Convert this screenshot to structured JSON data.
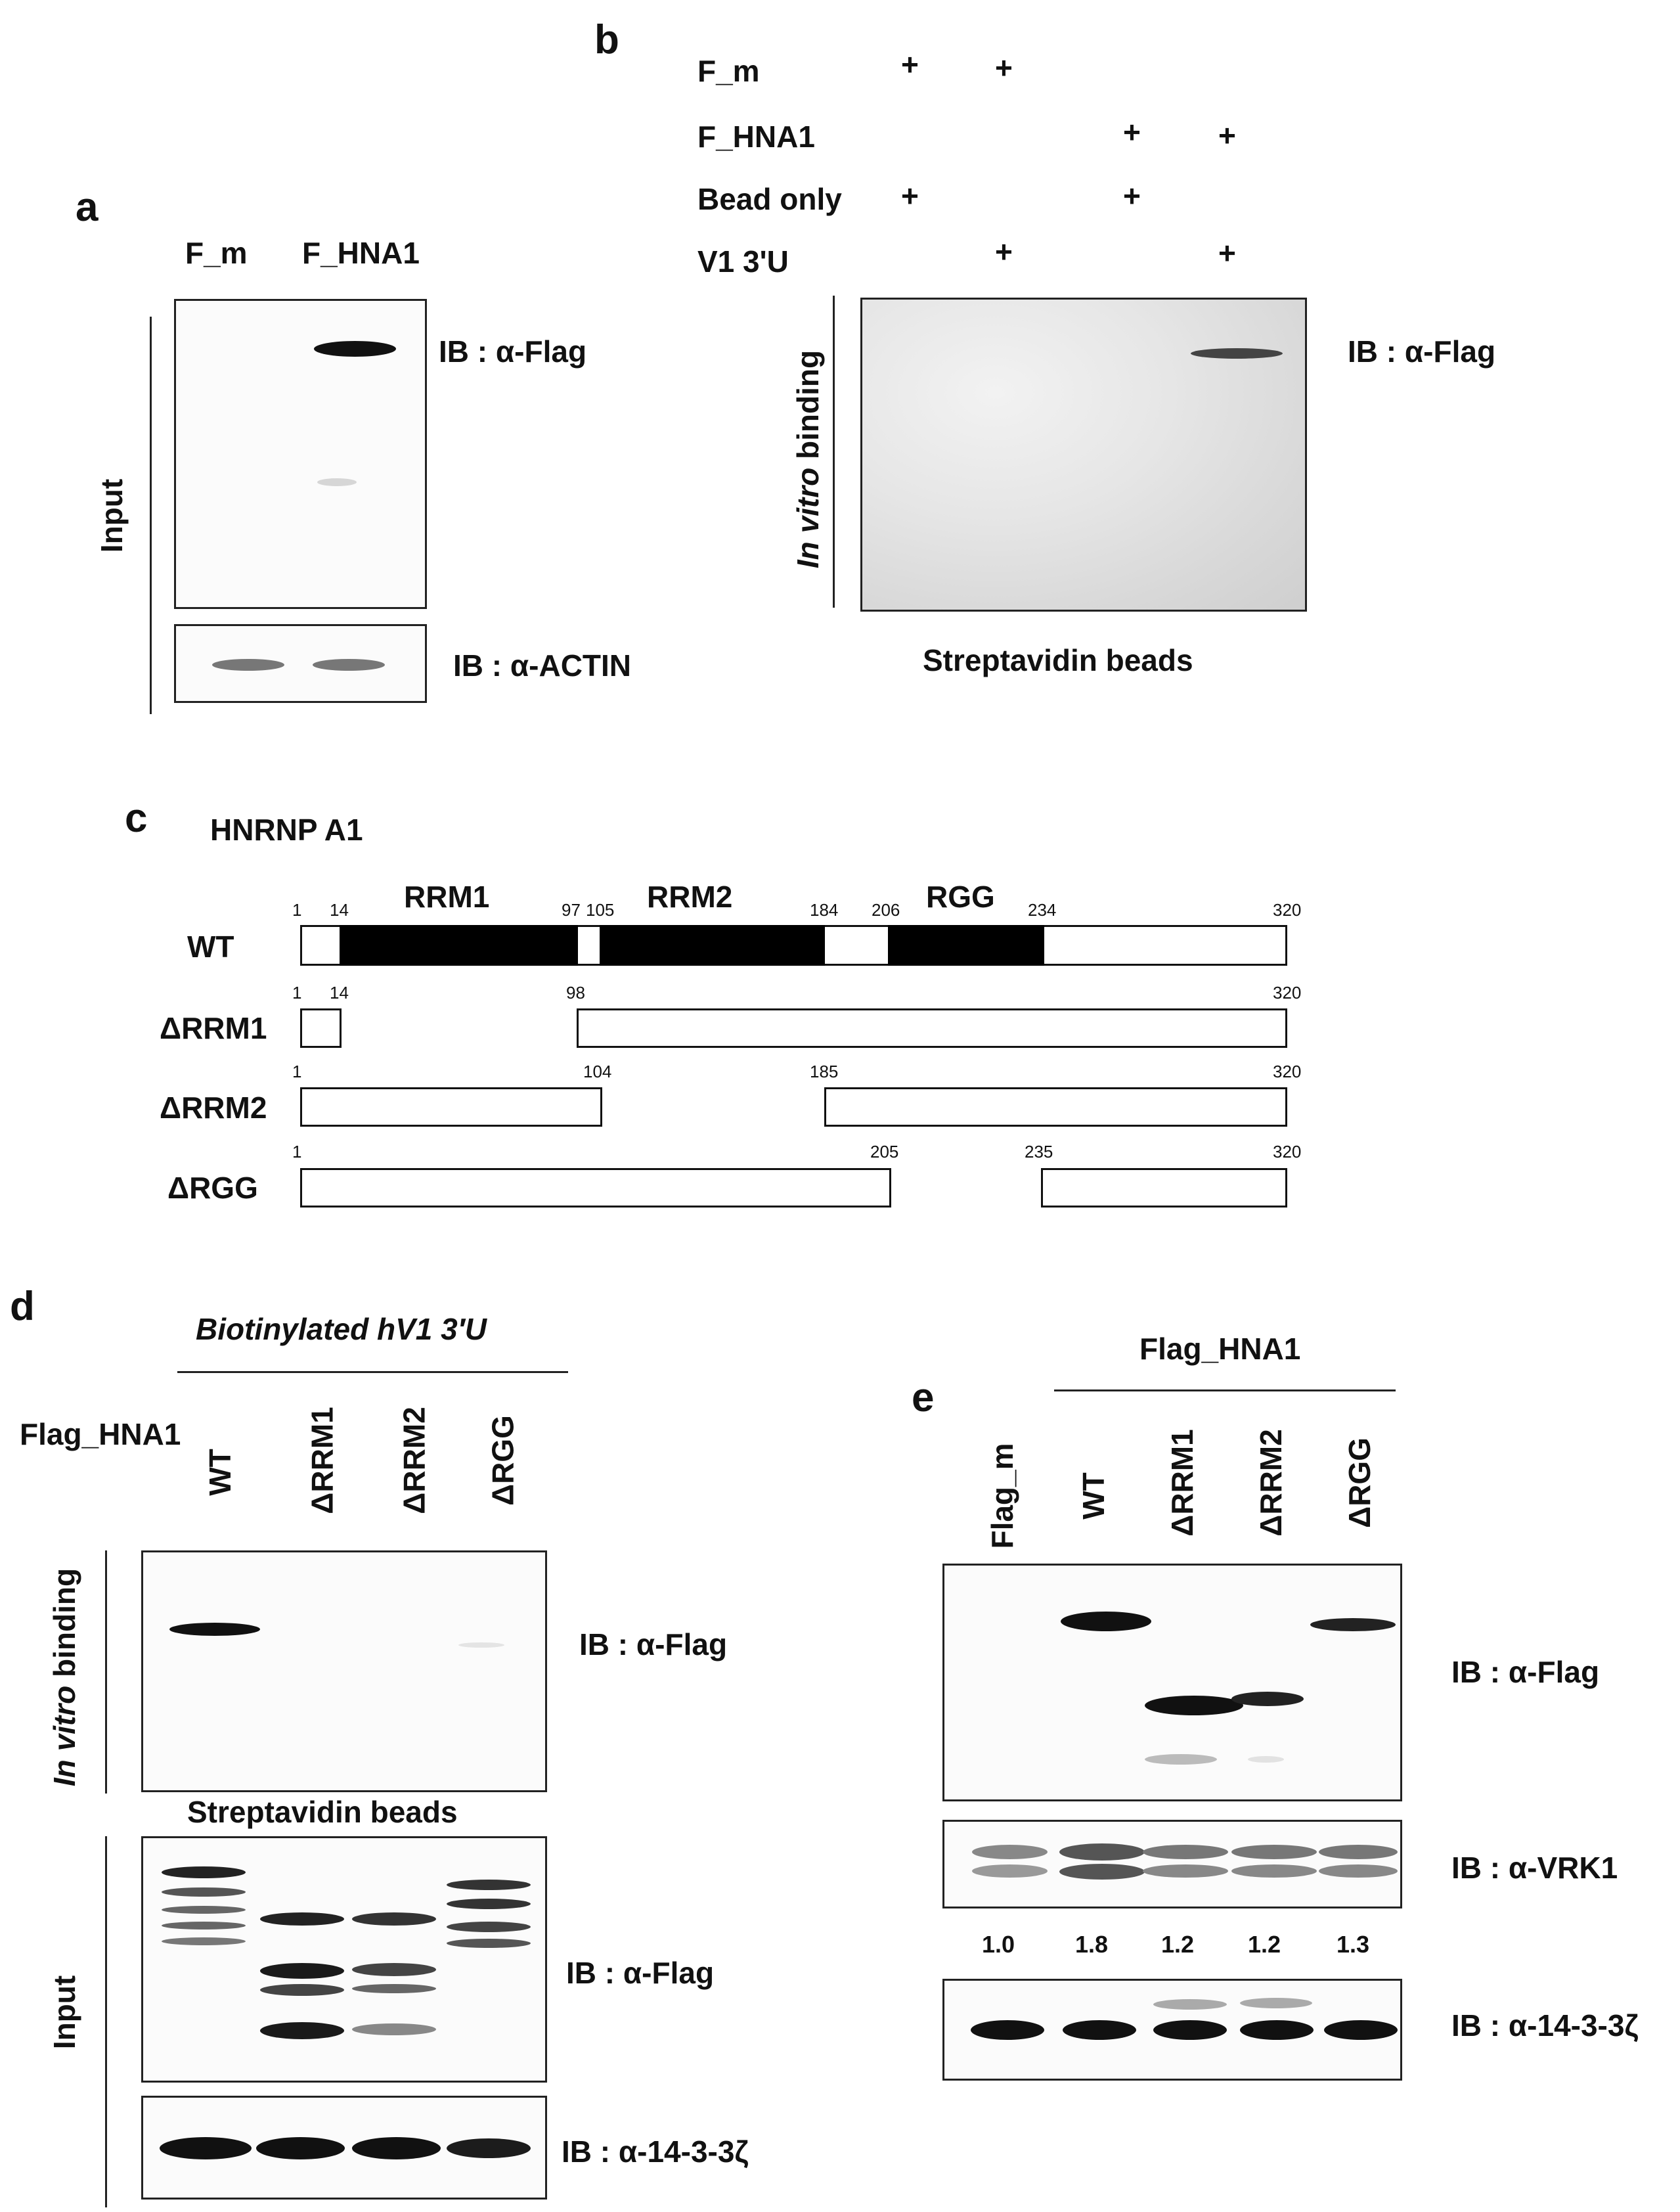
{
  "panels": {
    "a": "a",
    "b": "b",
    "c": "c",
    "d": "d",
    "e": "e"
  },
  "panel_a": {
    "lanes": [
      "F_m",
      "F_HNA1"
    ],
    "side_label": "Input",
    "blot_labels": [
      "IB : α-Flag",
      "IB : α-ACTIN"
    ]
  },
  "panel_b": {
    "rows": [
      {
        "label": "F_m",
        "marks": [
          "+",
          "+",
          "",
          ""
        ]
      },
      {
        "label": "F_HNA1",
        "marks": [
          "",
          "",
          "+",
          "+"
        ]
      },
      {
        "label": "Bead only",
        "marks": [
          "+",
          "",
          "+",
          ""
        ]
      },
      {
        "label": "V1 3'U",
        "marks": [
          "",
          "+",
          "",
          "+"
        ]
      }
    ],
    "side_label_italic": "In vitro",
    "side_label_rest": " binding",
    "blot_label": "IB : α-Flag",
    "bottom_label": "Streptavidin beads"
  },
  "panel_c": {
    "title": "HNRNP A1",
    "domains": [
      "RRM1",
      "RRM2",
      "RGG"
    ],
    "constructs": [
      {
        "name": "WT",
        "nums": [
          "1",
          "14",
          "97",
          "105",
          "184",
          "206",
          "234",
          "320"
        ]
      },
      {
        "name": "ΔRRM1",
        "nums": [
          "1",
          "14",
          "98",
          "320"
        ]
      },
      {
        "name": "ΔRRM2",
        "nums": [
          "1",
          "104",
          "185",
          "320"
        ]
      },
      {
        "name": "ΔRGG",
        "nums": [
          "1",
          "205",
          "235",
          "320"
        ]
      }
    ]
  },
  "panel_d": {
    "header": "Biotinylated hV1 3′U",
    "row_label": "Flag_HNA1",
    "lanes": [
      "WT",
      "ΔRRM1",
      "ΔRRM2",
      "ΔRGG"
    ],
    "side_top_italic": "In vitro",
    "side_top_rest": " binding",
    "bottom_label": "Streptavidin beads",
    "side_bottom": "Input",
    "blot_labels": [
      "IB : α-Flag",
      "IB : α-Flag",
      "IB : α-14-3-3ζ"
    ]
  },
  "panel_e": {
    "header": "Flag_HNA1",
    "lanes": [
      "Flag_m",
      "WT",
      "ΔRRM1",
      "ΔRRM2",
      "ΔRGG"
    ],
    "blot_labels": [
      "IB : α-Flag",
      "IB : α-VRK1",
      "IB : α-14-3-3ζ"
    ],
    "quant": [
      "1.0",
      "1.8",
      "1.2",
      "1.2",
      "1.3"
    ]
  },
  "colors": {
    "band": "#111111",
    "frame": "#222222",
    "background": "#ffffff"
  }
}
